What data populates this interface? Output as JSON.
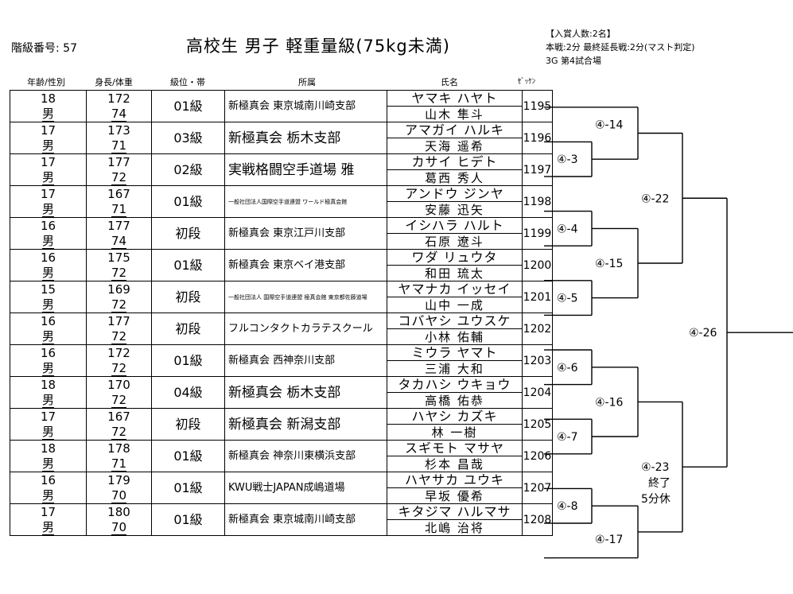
{
  "header": {
    "class_number": "階級番号: 57",
    "title": "高校生 男子 軽重量級(75kg未満)",
    "info": [
      "【入賞人数:2名】",
      "本戦:2分 最終延長戦:2分(マスト判定)",
      "3G 第4試合場"
    ]
  },
  "columns": {
    "age_sex": "年齢/性別",
    "height_weight": "身長/体重",
    "rank": "級位・帯",
    "dojo": "所属",
    "name": "氏名",
    "bib": "ｾﾞｯｹﾝ"
  },
  "competitors": [
    {
      "age": "18",
      "sex": "男",
      "height": "172",
      "weight": "74",
      "rank": "01級",
      "dojo": "新極真会 東京城南川崎支部",
      "kana": "ヤマキ ハヤト",
      "kanji": "山木 隼斗",
      "bib": "1195"
    },
    {
      "age": "17",
      "sex": "男",
      "height": "173",
      "weight": "71",
      "rank": "03級",
      "dojo": "新極真会 栃木支部",
      "kana": "アマガイ ハルキ",
      "kanji": "天海 遥希",
      "bib": "1196"
    },
    {
      "age": "17",
      "sex": "男",
      "height": "177",
      "weight": "72",
      "rank": "02級",
      "dojo": "実戦格闘空手道場 雅",
      "kana": "カサイ ヒデト",
      "kanji": "葛西 秀人",
      "bib": "1197"
    },
    {
      "age": "17",
      "sex": "男",
      "height": "167",
      "weight": "71",
      "rank": "01級",
      "dojo": "一般社団法人国際空手道連盟 ワールド極真会館",
      "kana": "アンドウ ジンヤ",
      "kanji": "安藤 迅矢",
      "bib": "1198"
    },
    {
      "age": "16",
      "sex": "男",
      "height": "177",
      "weight": "74",
      "rank": "初段",
      "dojo": "新極真会 東京江戸川支部",
      "kana": "イシハラ ハルト",
      "kanji": "石原 遼斗",
      "bib": "1199"
    },
    {
      "age": "16",
      "sex": "男",
      "height": "175",
      "weight": "72",
      "rank": "01級",
      "dojo": "新極真会 東京ベイ港支部",
      "kana": "ワダ リュウタ",
      "kanji": "和田 琉太",
      "bib": "1200"
    },
    {
      "age": "15",
      "sex": "男",
      "height": "169",
      "weight": "72",
      "rank": "初段",
      "dojo": "一般社団法人 国際空手道連盟 極真会館 東京都佐藤道場",
      "kana": "ヤマナカ イッセイ",
      "kanji": "山中 一成",
      "bib": "1201"
    },
    {
      "age": "16",
      "sex": "男",
      "height": "177",
      "weight": "72",
      "rank": "初段",
      "dojo": "フルコンタクトカラテスクール",
      "kana": "コバヤシ ユウスケ",
      "kanji": "小林 佑輔",
      "bib": "1202"
    },
    {
      "age": "16",
      "sex": "男",
      "height": "172",
      "weight": "72",
      "rank": "01級",
      "dojo": "新極真会 西神奈川支部",
      "kana": "ミウラ ヤマト",
      "kanji": "三浦 大和",
      "bib": "1203"
    },
    {
      "age": "18",
      "sex": "男",
      "height": "170",
      "weight": "72",
      "rank": "04級",
      "dojo": "新極真会 栃木支部",
      "kana": "タカハシ ウキョウ",
      "kanji": "高橋 佑恭",
      "bib": "1204"
    },
    {
      "age": "17",
      "sex": "男",
      "height": "167",
      "weight": "72",
      "rank": "初段",
      "dojo": "新極真会 新潟支部",
      "kana": "ハヤシ カズキ",
      "kanji": "林 一樹",
      "bib": "1205"
    },
    {
      "age": "18",
      "sex": "男",
      "height": "178",
      "weight": "71",
      "rank": "01級",
      "dojo": "新極真会 神奈川東横浜支部",
      "kana": "スギモト マサヤ",
      "kanji": "杉本 昌哉",
      "bib": "1206"
    },
    {
      "age": "16",
      "sex": "男",
      "height": "179",
      "weight": "70",
      "rank": "01級",
      "dojo": "KWU戦士JAPAN成嶋道場",
      "kana": "ハヤサカ ユウキ",
      "kanji": "早坂 優希",
      "bib": "1207"
    },
    {
      "age": "17",
      "sex": "男",
      "height": "180",
      "weight": "70",
      "rank": "01級",
      "dojo": "新極真会 東京城南川崎支部",
      "kana": "キタジマ ハルマサ",
      "kanji": "北嶋 治将",
      "bib": "1208"
    }
  ],
  "bracket": {
    "r1": [
      "④-3",
      "④-4",
      "④-5",
      "④-6",
      "④-7",
      "④-8"
    ],
    "r2": [
      "④-14",
      "④-15",
      "④-16",
      "④-17"
    ],
    "r3": [
      "④-22",
      "④-23"
    ],
    "r3_note": [
      "終了",
      "5分休"
    ],
    "final": "④-26"
  }
}
